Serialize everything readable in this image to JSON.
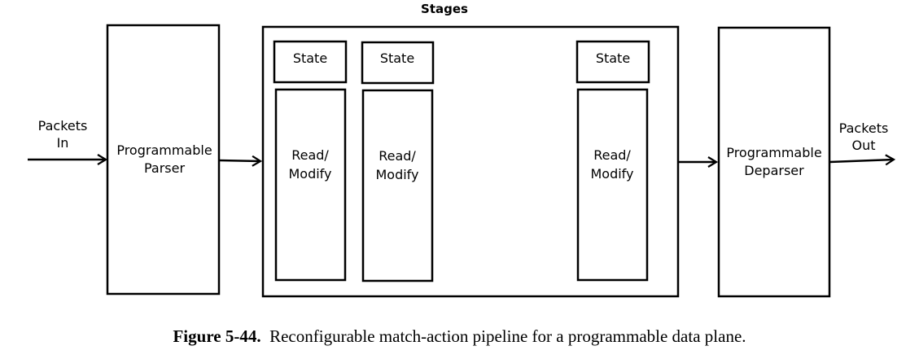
{
  "diagram": {
    "stages_title": "Stages",
    "input_label": [
      "Packets",
      "In"
    ],
    "parser_label": [
      "Programmable",
      "Parser"
    ],
    "stages": [
      {
        "state": "State",
        "rm": [
          "Read/",
          "Modify"
        ]
      },
      {
        "state": "State",
        "rm": [
          "Read/",
          "Modify"
        ]
      },
      {
        "state": "State",
        "rm": [
          "Read/",
          "Modify"
        ]
      }
    ],
    "deparser_label": [
      "Programmable",
      "Deparser"
    ],
    "output_label": [
      "Packets",
      "Out"
    ]
  },
  "caption": {
    "figure_number": "Figure 5-44.",
    "text": "Reconfigurable match-action pipeline for a programmable data plane."
  }
}
